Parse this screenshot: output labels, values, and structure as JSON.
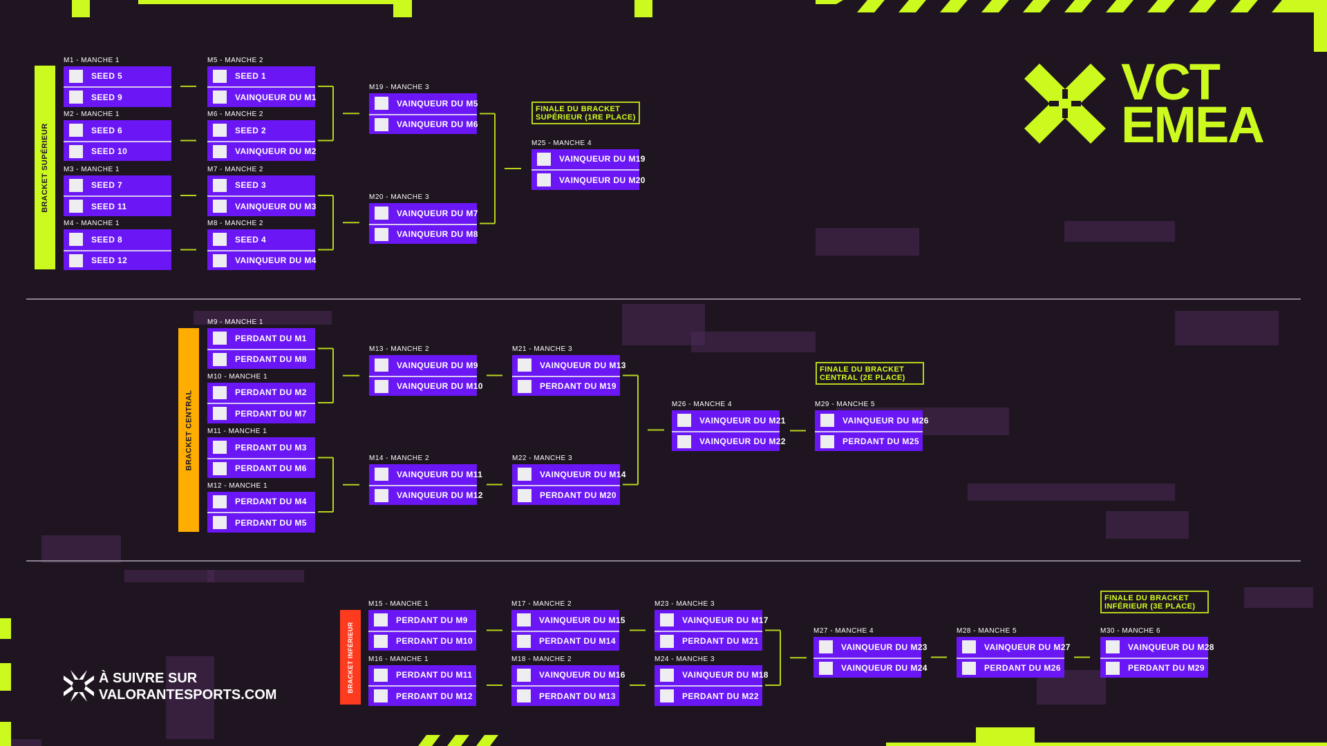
{
  "colors": {
    "background": "#1e1520",
    "match": "#6a16f5",
    "accent": "#cdfa1e",
    "central": "#ffad00",
    "lower": "#ff3b1f"
  },
  "logo": {
    "line1": "VCT",
    "line2": "EMEA"
  },
  "footer": {
    "line1": "À SUIVRE SUR",
    "line2": "VALORANTESPORTS.COM",
    "icon": "valorant-champions-tour-icon"
  },
  "brackets": {
    "upper": "BRACKET SUPÉRIEUR",
    "central": "BRACKET CENTRAL",
    "lower": "BRACKET INFÉRIEUR"
  },
  "finales": {
    "upper": "FINALE DU BRACKET SUPÉRIEUR (1RE PLACE)",
    "central": "FINALE DU BRACKET CENTRAL (2E PLACE)",
    "lower": "FINALE DU BRACKET INFÉRIEUR (3E PLACE)"
  },
  "matches": [
    {
      "label": "M1 - MANCHE 1",
      "teams": [
        "SEED 5",
        "SEED 9"
      ]
    },
    {
      "label": "M2 - MANCHE 1",
      "teams": [
        "SEED 6",
        "SEED 10"
      ]
    },
    {
      "label": "M3 - MANCHE 1",
      "teams": [
        "SEED 7",
        "SEED 11"
      ]
    },
    {
      "label": "M4 - MANCHE 1",
      "teams": [
        "SEED 8",
        "SEED 12"
      ]
    },
    {
      "label": "M5 - MANCHE 2",
      "teams": [
        "SEED 1",
        "VAINQUEUR DU M1"
      ]
    },
    {
      "label": "M6 - MANCHE 2",
      "teams": [
        "SEED 2",
        "VAINQUEUR DU M2"
      ]
    },
    {
      "label": "M7 - MANCHE 2",
      "teams": [
        "SEED 3",
        "VAINQUEUR DU M3"
      ]
    },
    {
      "label": "M8 - MANCHE 2",
      "teams": [
        "SEED 4",
        "VAINQUEUR DU M4"
      ]
    },
    {
      "label": "M19 - MANCHE 3",
      "teams": [
        "VAINQUEUR DU M5",
        "VAINQUEUR DU M6"
      ]
    },
    {
      "label": "M20 - MANCHE 3",
      "teams": [
        "VAINQUEUR DU M7",
        "VAINQUEUR DU M8"
      ]
    },
    {
      "label": "M25 - MANCHE 4",
      "teams": [
        "VAINQUEUR DU M19",
        "VAINQUEUR DU M20"
      ]
    },
    {
      "label": "M9 - MANCHE 1",
      "teams": [
        "PERDANT DU M1",
        "PERDANT DU M8"
      ]
    },
    {
      "label": "M10 - MANCHE 1",
      "teams": [
        "PERDANT DU M2",
        "PERDANT DU M7"
      ]
    },
    {
      "label": "M11 - MANCHE 1",
      "teams": [
        "PERDANT DU M3",
        "PERDANT DU M6"
      ]
    },
    {
      "label": "M12 - MANCHE 1",
      "teams": [
        "PERDANT DU M4",
        "PERDANT DU M5"
      ]
    },
    {
      "label": "M13 - MANCHE 2",
      "teams": [
        "VAINQUEUR DU M9",
        "VAINQUEUR DU M10"
      ]
    },
    {
      "label": "M14 - MANCHE 2",
      "teams": [
        "VAINQUEUR DU M11",
        "VAINQUEUR DU M12"
      ]
    },
    {
      "label": "M21 - MANCHE 3",
      "teams": [
        "VAINQUEUR DU M13",
        "PERDANT DU M19"
      ]
    },
    {
      "label": "M22 - MANCHE 3",
      "teams": [
        "VAINQUEUR DU M14",
        "PERDANT DU M20"
      ]
    },
    {
      "label": "M26 - MANCHE 4",
      "teams": [
        "VAINQUEUR DU M21",
        "VAINQUEUR DU M22"
      ]
    },
    {
      "label": "M29 - MANCHE 5",
      "teams": [
        "VAINQUEUR DU M26",
        "PERDANT DU M25"
      ]
    },
    {
      "label": "M15 - MANCHE 1",
      "teams": [
        "PERDANT DU M9",
        "PERDANT DU M10"
      ]
    },
    {
      "label": "M16 - MANCHE 1",
      "teams": [
        "PERDANT DU M11",
        "PERDANT DU M12"
      ]
    },
    {
      "label": "M17 - MANCHE 2",
      "teams": [
        "VAINQUEUR DU M15",
        "PERDANT DU M14"
      ]
    },
    {
      "label": "M18 - MANCHE 2",
      "teams": [
        "VAINQUEUR DU M16",
        "PERDANT DU M13"
      ]
    },
    {
      "label": "M23 - MANCHE 3",
      "teams": [
        "VAINQUEUR DU M17",
        "PERDANT DU M21"
      ]
    },
    {
      "label": "M24 - MANCHE 3",
      "teams": [
        "VAINQUEUR DU M18",
        "PERDANT DU M22"
      ]
    },
    {
      "label": "M27 - MANCHE 4",
      "teams": [
        "VAINQUEUR DU M23",
        "VAINQUEUR DU M24"
      ]
    },
    {
      "label": "M28 - MANCHE 5",
      "teams": [
        "VAINQUEUR DU M27",
        "PERDANT DU M26"
      ]
    },
    {
      "label": "M30 - MANCHE 6",
      "teams": [
        "VAINQUEUR DU M28",
        "PERDANT DU M29"
      ]
    }
  ]
}
